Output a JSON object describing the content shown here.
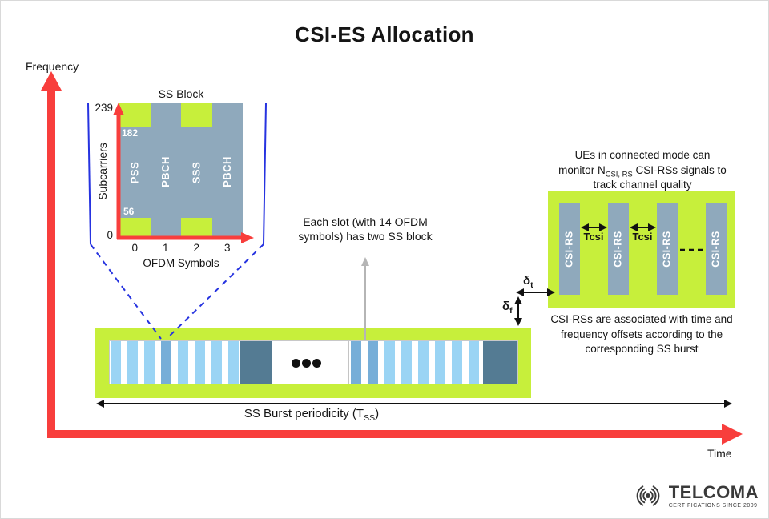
{
  "title": "CSI-ES Allocation",
  "axes": {
    "y_label": "Frequency",
    "x_label": "Time"
  },
  "colors": {
    "lime": "#c7ef3b",
    "slate": "#8fa9bc",
    "light_blue": "#9ad4f4",
    "medium_blue": "#77aed8",
    "dark_slate": "#547b93",
    "red": "#f83e3c",
    "funnel_blue": "#2633e0",
    "text": "#151515",
    "gray_arrow": "#b5b5b5",
    "logo": "#3a3a3a"
  },
  "ss_block": {
    "title": "SS Block",
    "y_axis_label": "Subcarriers",
    "x_axis_label": "OFDM Symbols",
    "y_tick_top": "239",
    "y_tick_bottom": "0",
    "inner_top": "182",
    "inner_bottom": "56",
    "x_ticks": [
      "0",
      "1",
      "2",
      "3"
    ],
    "columns": [
      {
        "label": "PSS",
        "full": false
      },
      {
        "label": "PBCH",
        "full": true
      },
      {
        "label": "SSS",
        "full": false
      },
      {
        "label": "PBCH",
        "full": true
      }
    ]
  },
  "slot_note": {
    "line1": "Each slot (with 14 OFDM",
    "line2": "symbols) has two SS block"
  },
  "burst": {
    "groups": [
      [
        "light",
        "light",
        "light",
        "medium",
        "light",
        "light",
        "light",
        "light"
      ],
      [
        "medium",
        "medium",
        "light",
        "light",
        "light",
        "light",
        "light",
        "light"
      ]
    ],
    "ellipsis_dots": 3,
    "periodicity": {
      "prefix": "SS Burst periodicity (T",
      "sub": "SS",
      "suffix": ")"
    }
  },
  "csi": {
    "note_above": {
      "line1": "UEs in connected mode can",
      "line2_prefix": "monitor N",
      "line2_sub": "CSI, RS",
      "line2_suffix": " CSI-RSs signals to",
      "line3": "track channel quality"
    },
    "columns": [
      "CSI-RS",
      "CSI-RS",
      "CSI-RS",
      "CSI-RS"
    ],
    "tcsi_labels": [
      "Tcsi",
      "Tcsi"
    ],
    "delta_t": {
      "symbol": "δ",
      "sub": "t"
    },
    "delta_f": {
      "symbol": "δ",
      "sub": "f"
    },
    "note_below": {
      "line1": "CSI-RSs are associated with time and",
      "line2": "frequency offsets according to the",
      "line3": "corresponding SS burst"
    }
  },
  "logo": {
    "name": "TELCOMA",
    "tagline": "CERTIFICATIONS SINCE 2009"
  }
}
